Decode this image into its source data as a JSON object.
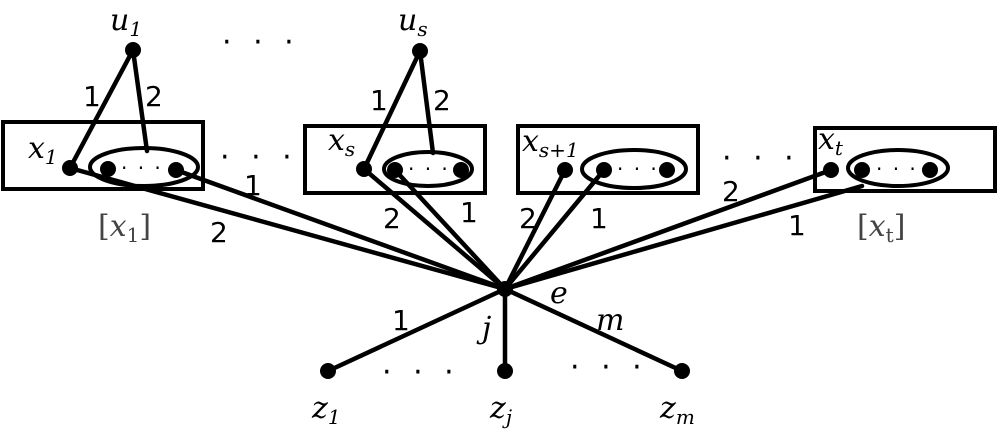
{
  "nodes": {
    "u1": {
      "base": "u",
      "sub": "1"
    },
    "us": {
      "base": "u",
      "sub": "s"
    },
    "x1": {
      "base": "x",
      "sub": "1"
    },
    "xs": {
      "base": "x",
      "sub": "s"
    },
    "xs1": {
      "base": "x",
      "sub": "s+1"
    },
    "xt": {
      "base": "x",
      "sub": "t"
    },
    "z1": {
      "base": "z",
      "sub": "1"
    },
    "zj": {
      "base": "z",
      "sub": "j"
    },
    "zm": {
      "base": "z",
      "sub": "m"
    },
    "e": "e"
  },
  "classes": {
    "x1": {
      "open": "[",
      "var": "x",
      "sub": "1",
      "close": "]"
    },
    "xt": {
      "open": "[",
      "var": "x",
      "sub": "t",
      "close": "]"
    }
  },
  "edge_labels": {
    "u1_left": "1",
    "u1_right": "2",
    "us_left": "1",
    "us_right": "2",
    "x1_class": "1",
    "x1_node": "2",
    "xs_node": "2",
    "xs_class": "1",
    "xs1_node": "2",
    "xs1_class": "1",
    "xt_node": "2",
    "xt_class": "1",
    "z1": "1",
    "zj": "j",
    "zm": "m"
  },
  "ellipsis": "· · ·",
  "inner_ellipsis": "· · ·"
}
